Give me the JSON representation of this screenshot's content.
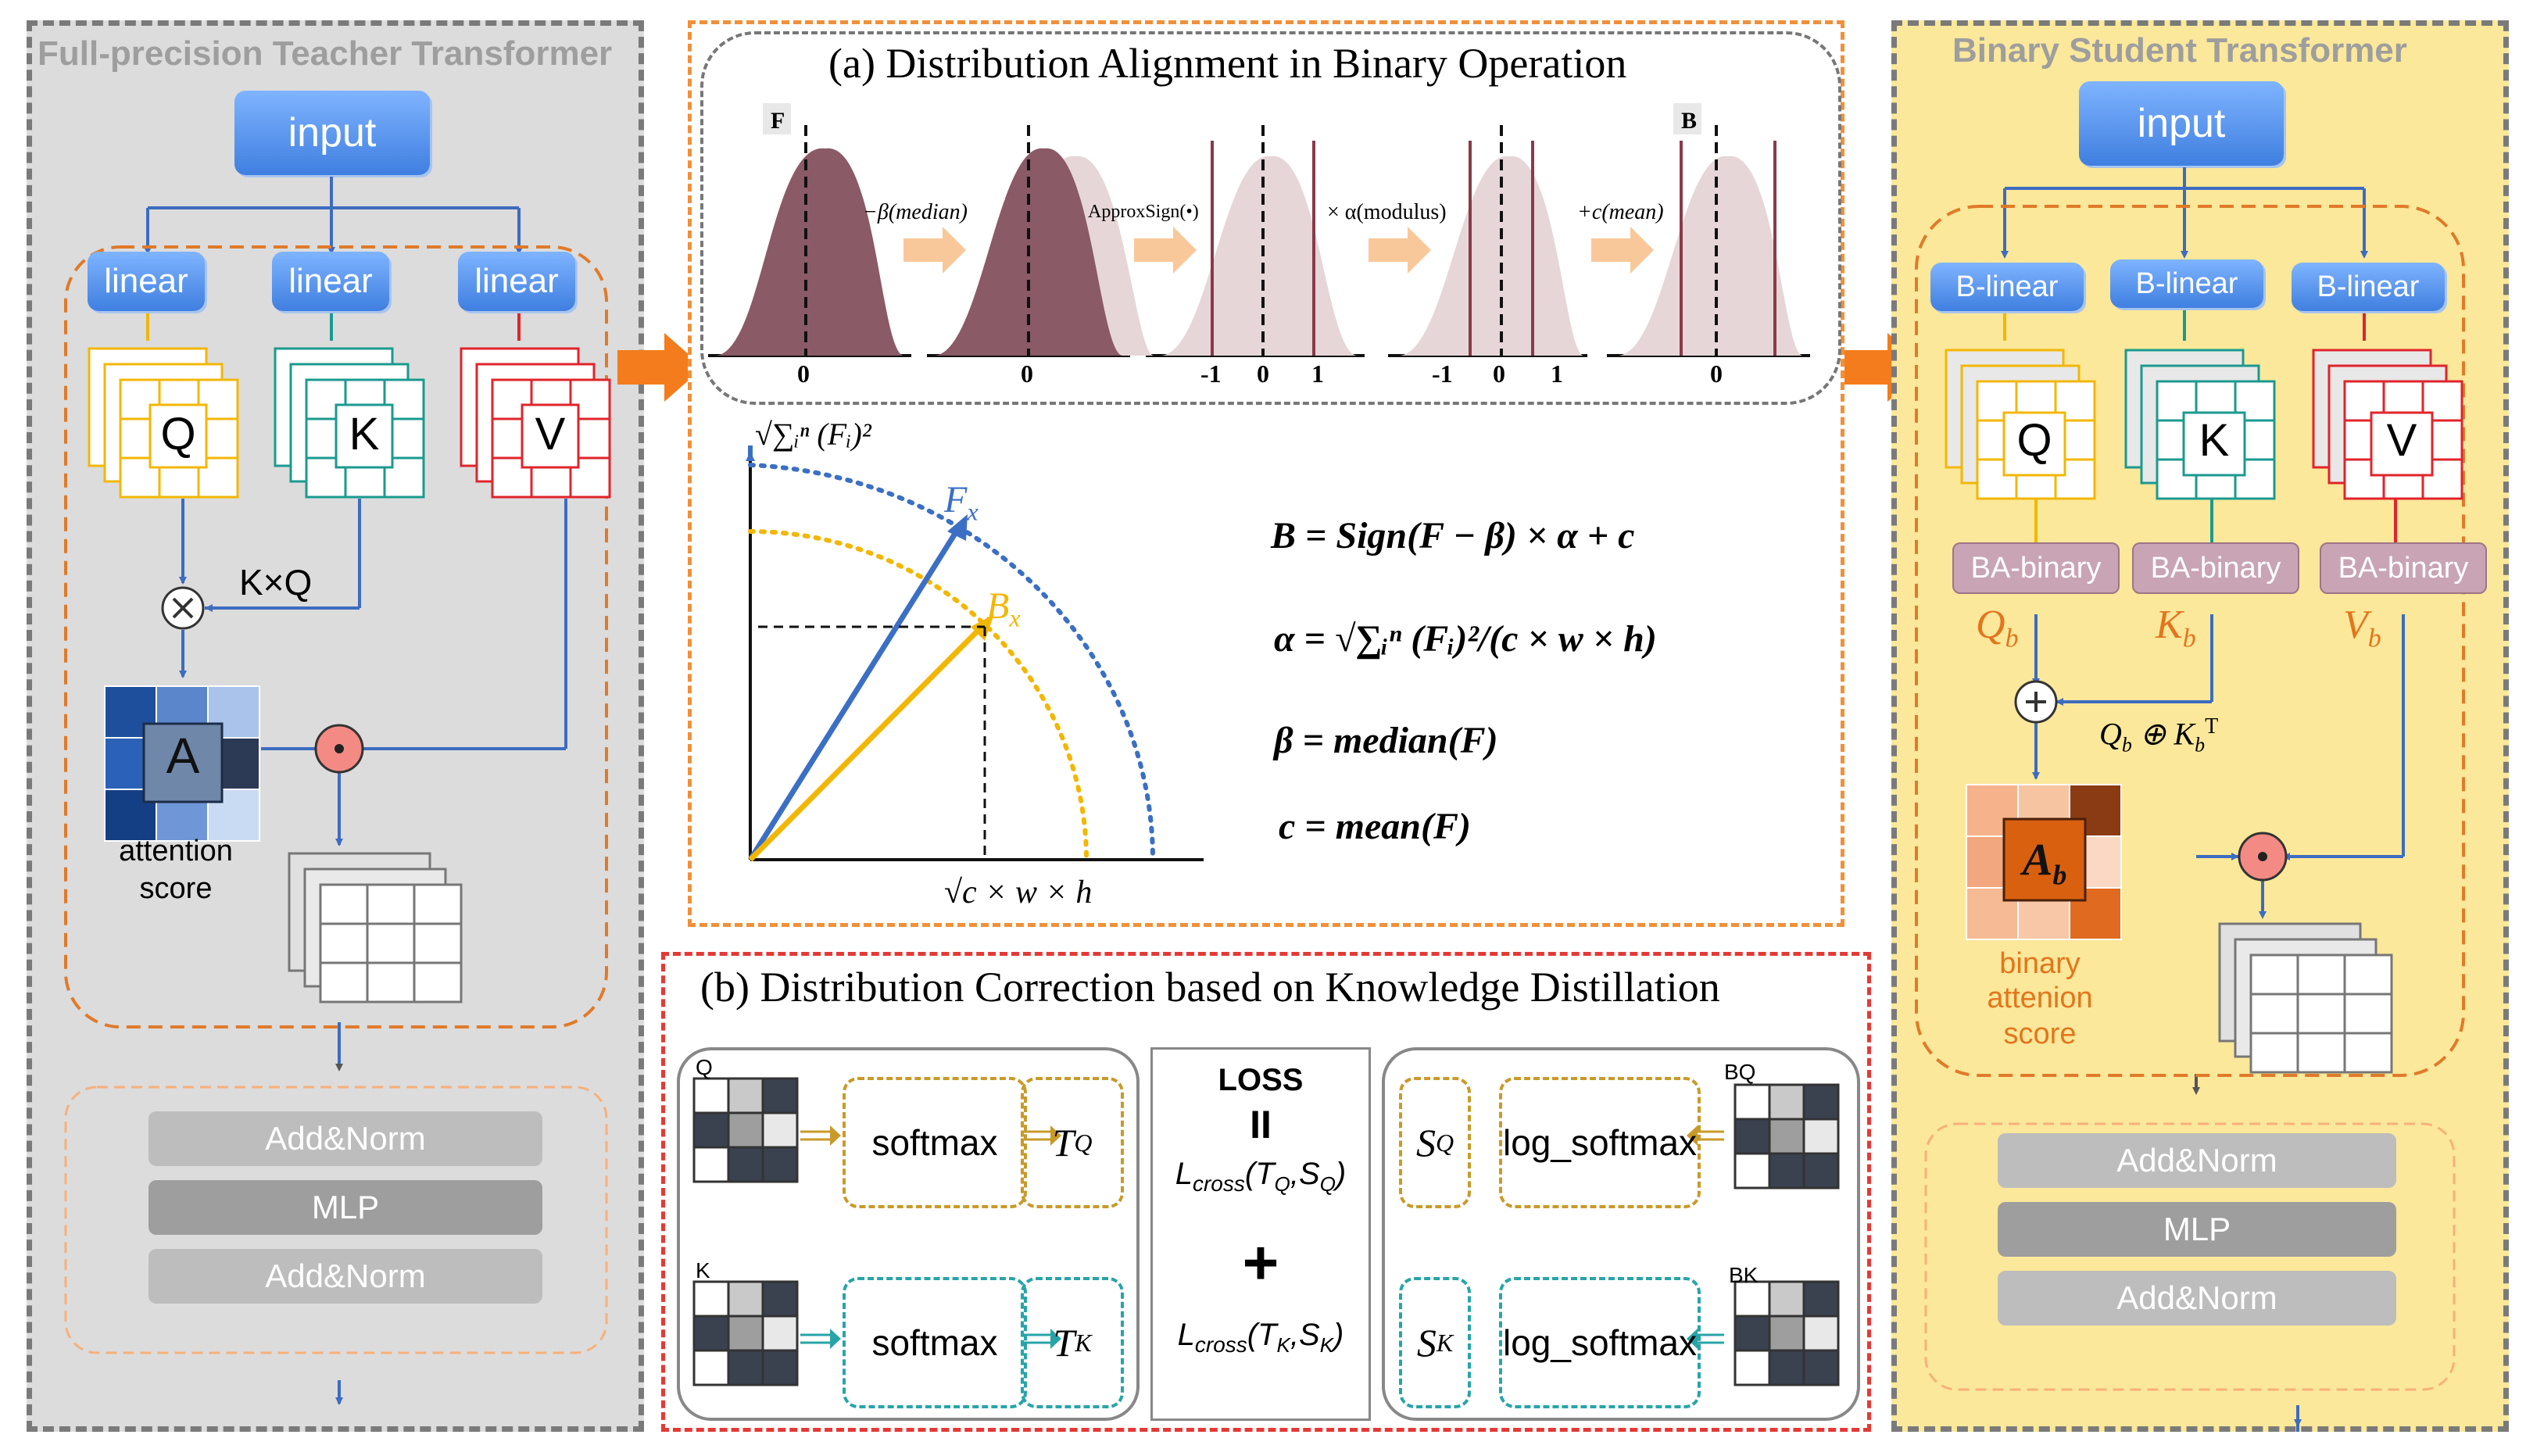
{
  "teacher": {
    "title": "Full-precision Teacher Transformer",
    "input_label": "input",
    "linear_labels": [
      "linear",
      "linear",
      "linear"
    ],
    "qkv_labels": [
      "Q",
      "K",
      "V"
    ],
    "kq_label": "K×Q",
    "a_label": "A",
    "attention_caption_1": "attention",
    "attention_caption_2": "score",
    "addnorm_1": "Add&Norm",
    "mlp": "MLP",
    "addnorm_2": "Add&Norm"
  },
  "student": {
    "title": "Binary Student Transformer",
    "input_label": "input",
    "blinear_labels": [
      "B-linear",
      "B-linear",
      "B-linear"
    ],
    "qkv_labels": [
      "Q",
      "K",
      "V"
    ],
    "ba_binary_labels": [
      "BA-binary",
      "BA-binary",
      "BA-binary"
    ],
    "qb": "Q",
    "kb": "K",
    "vb": "V",
    "sub_b": "b",
    "qk_sum": "Q",
    "qk_sum_mid": " ⊕ K",
    "transpose": "T",
    "ab_label": "A",
    "caption_1": "binary",
    "caption_2": "attenion",
    "caption_3": "score",
    "addnorm_1": "Add&Norm",
    "mlp": "MLP",
    "addnorm_2": "Add&Norm"
  },
  "section_a": {
    "title": "(a) Distribution Alignment in Binary Operation",
    "label_f": "F",
    "label_b": "B",
    "op1": "−β(median)",
    "op2": "ApproxSign(•)",
    "op3": "× α(modulus)",
    "op4": "+c(mean)",
    "ticks_1": [
      "0"
    ],
    "ticks_2": [
      "0"
    ],
    "ticks_3": [
      "-1",
      "0",
      "1"
    ],
    "ticks_4": [
      "-1",
      "0",
      "1"
    ],
    "ticks_5": [
      "0"
    ],
    "y_axis_label": "√∑ᵢⁿ (Fᵢ)²",
    "x_axis_label": "√c × w × h",
    "fx_label": "F",
    "bx_label": "B",
    "x_sub": "x",
    "eq1": "B = Sign(F − β) × α + c",
    "eq2": "α = √∑ᵢⁿ (Fᵢ)²/(c × w × h)",
    "eq3": "β = median(F)",
    "eq4": "c = mean(F)"
  },
  "section_b": {
    "title": "(b) Distribution Correction based on Knowledge Distillation",
    "q_label": "Q",
    "k_label": "K",
    "bq_label": "BQ",
    "bk_label": "BK",
    "softmax": "softmax",
    "log_softmax": "log_softmax",
    "tq": "T",
    "tk": "T",
    "sq": "S",
    "sk": "S",
    "sub_q": "Q",
    "sub_k": "K",
    "loss": "LOSS",
    "equals": "II",
    "plus": "+",
    "l_cross_q": "L",
    "l_cross_q_sub": "cross",
    "l_cross_q_args": "(T",
    "l_cross_q_args2": ",S",
    "l_cross_k": "L",
    "l_cross_k_sub": "cross",
    "l_cross_k_args": "(T",
    "l_cross_k_args2": ",S"
  },
  "colors": {
    "orange_arrow": "#f47c1c",
    "q_color": "#f2b705",
    "k_color": "#1b9a8f",
    "v_color": "#e0242b",
    "blue_line": "#3d6cc0",
    "dist_dark": "#8a5a66",
    "dist_light": "#e6d6d8",
    "vec_blue": "#3b6fc4",
    "vec_yellow": "#f2b705"
  }
}
